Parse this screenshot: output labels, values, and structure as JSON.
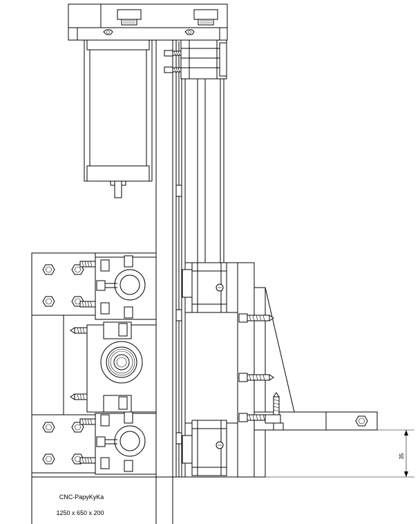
{
  "title_block": {
    "name": "CNC-PapyKyKa",
    "size": "1250 x 650 x 200"
  },
  "dimension": {
    "value": "35"
  },
  "icons": [
    "stepper-motor-icon",
    "bearing-icon",
    "bolt-icon",
    "hex-nut-icon"
  ]
}
